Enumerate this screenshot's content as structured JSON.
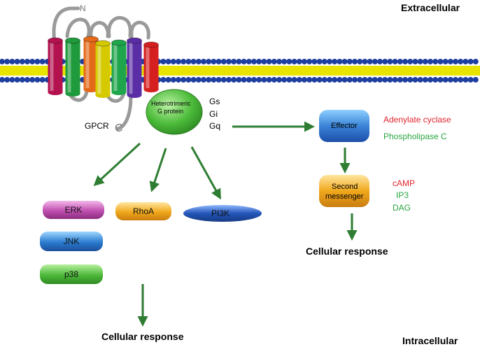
{
  "regions": {
    "extracellular": "Extracellular",
    "intracellular": "Intracellular"
  },
  "receptor": {
    "label": "GPCR",
    "n_terminus": "N",
    "c_terminus": "C",
    "helix_colors": [
      "#b3124f",
      "#1f9a3c",
      "#e46a1a",
      "#d5c900",
      "#1fa54b",
      "#5b2ea6",
      "#d62020"
    ]
  },
  "g_protein": {
    "label_line1": "Heterotrimeric",
    "label_line2": "G protein",
    "subtypes": [
      "Gs",
      "Gi",
      "Gq"
    ]
  },
  "right_pathway": {
    "effector_label": "Effector",
    "effectors": [
      {
        "text": "Adenylate cyclase",
        "color": "#e0242e"
      },
      {
        "text": "Phospholipase C",
        "color": "#2aa640"
      }
    ],
    "second_messenger_line1": "Second",
    "second_messenger_line2": "messenger",
    "messengers": [
      {
        "text": "cAMP",
        "color": "#e0242e"
      },
      {
        "text": "IP3",
        "color": "#2aa640"
      },
      {
        "text": "DAG",
        "color": "#2aa640"
      }
    ],
    "response": "Cellular response"
  },
  "left_pathway": {
    "mapks": [
      {
        "label": "ERK",
        "color": "#c04fb0"
      },
      {
        "label": "JNK",
        "color": "#2a7bd0"
      },
      {
        "label": "p38",
        "color": "#4cb83a"
      }
    ],
    "rhoa": "RhoA",
    "pi3k": "PI3K",
    "response": "Cellular response"
  },
  "colors": {
    "arrow": "#2e7d32",
    "membrane_head": "#1e3fa0",
    "membrane_tail": "#e8e400",
    "g_protein": "#4cbb3a",
    "effector": "#3a84d8",
    "second_messenger": "#f0a81c",
    "rhoa": "#f0a81c",
    "pi3k": "#2456b8"
  }
}
